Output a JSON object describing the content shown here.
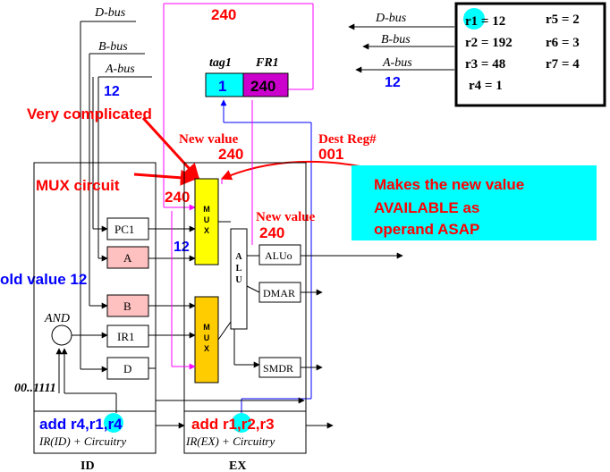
{
  "labels": {
    "d_bus_top": "D-bus",
    "b_bus_top": "B-bus",
    "a_bus_top": "A-bus",
    "a_bus_value": "12",
    "top_loop_value": "240",
    "tag1": "tag1",
    "fr1": "FR1",
    "tag1_value": "1",
    "fr1_value": "240",
    "very_complicated": "Very complicated",
    "mux_circuit": "MUX circuit",
    "new_value_1": "New value",
    "new_value_1_num": "240",
    "dest_reg": "Dest Reg#",
    "dest_reg_num": "001",
    "mux_in_value": "240",
    "mux_in_12": "12",
    "new_value_2": "New value",
    "new_value_2_num": "240",
    "old_value": "old value 12",
    "and_label": "AND",
    "mask": "00..1111",
    "pc1": "PC1",
    "reg_a": "A",
    "reg_b": "B",
    "ir1": "IR1",
    "reg_d": "D",
    "mux": "MUX",
    "alu": "ALU",
    "aluo": "ALUo",
    "dmar": "DMAR",
    "smdr": "SMDR",
    "id_instr": "add r4,r1,r4",
    "id_sub": "IR(ID) + Circuitry",
    "ex_instr": "add r1,r2,r3",
    "ex_sub": "IR(EX) + Circuitry",
    "id_stage": "ID",
    "ex_stage": "EX",
    "cyan_note_1": "Makes the new value",
    "cyan_note_2": "AVAILABLE as",
    "cyan_note_3": "operand ASAP",
    "rf_d_bus": "D-bus",
    "rf_b_bus": "B-bus",
    "rf_a_bus": "A-bus",
    "rf_a_value": "12"
  },
  "registers": [
    "r1 = 12",
    "r5 = 2",
    "r2 = 192",
    "r6 = 3",
    "r3 = 48",
    "r7 = 4",
    "r4 = 1"
  ],
  "colors": {
    "red": "#ff0000",
    "blue": "#0000ff",
    "magenta": "#ff00ff",
    "cyan": "#00ffff",
    "yellow": "#ffff00",
    "orange_yellow": "#ffcc00",
    "pink": "#ffc0c0",
    "purple": "#cc00cc"
  }
}
